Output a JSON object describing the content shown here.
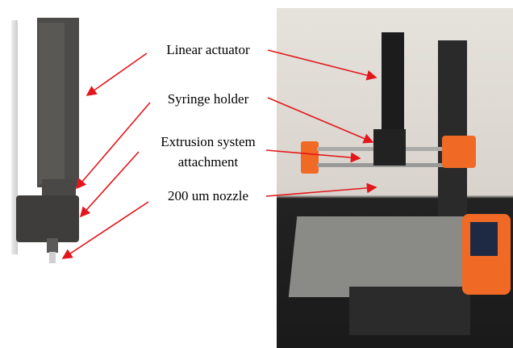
{
  "labels": {
    "linear_actuator": "Linear actuator",
    "syringe_holder": "Syringe holder",
    "extrusion_line1": "Extrusion system",
    "extrusion_line2": "attachment",
    "nozzle": "200 um nozzle"
  },
  "colors": {
    "arrow": "#e3161b",
    "model": "#4a4846",
    "printer_orange": "#f06a26"
  }
}
